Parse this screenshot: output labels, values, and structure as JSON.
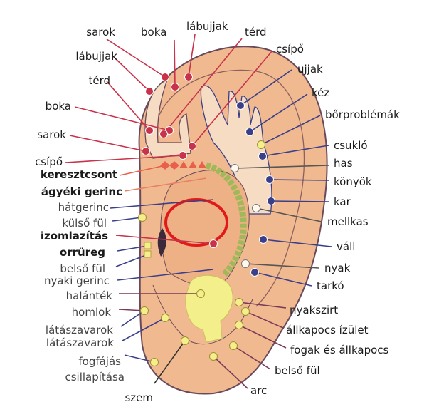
{
  "title": "Fül reflexzónák",
  "labels_left": [
    "sarok",
    "lábujjak",
    "térd",
    "boka",
    "sarok",
    "csípő",
    "keresztcsont",
    "ágyéki gerinc",
    "hátgerinc",
    "külső fül",
    "izomlazítás",
    "orrüreg",
    "belső fül",
    "nyaki gerinc",
    "halánték",
    "homlok",
    "látászavarok",
    "látászavarok",
    "fogfájás",
    "csillapítása",
    "szem"
  ],
  "labels_top": [
    "boka",
    "lábujjak",
    "térd"
  ],
  "labels_right": [
    "csípő",
    "ujjak",
    "kéz",
    "bőrproblémák",
    "csukló",
    "has",
    "könyök",
    "kar",
    "mellkas",
    "váll",
    "nyak",
    "tarkó",
    "nyakszirt",
    "állkapocs ízület",
    "fogak és állkapocs",
    "belső fül",
    "arc"
  ],
  "colors": {
    "skin": "#f1b98f",
    "skin_light": "#f7dcc4",
    "leg": "#c8324a",
    "arm": "#3a3f8a",
    "spine": "#9fb85a",
    "highlight": "#e01a1a",
    "head": "#f3ef8a"
  }
}
